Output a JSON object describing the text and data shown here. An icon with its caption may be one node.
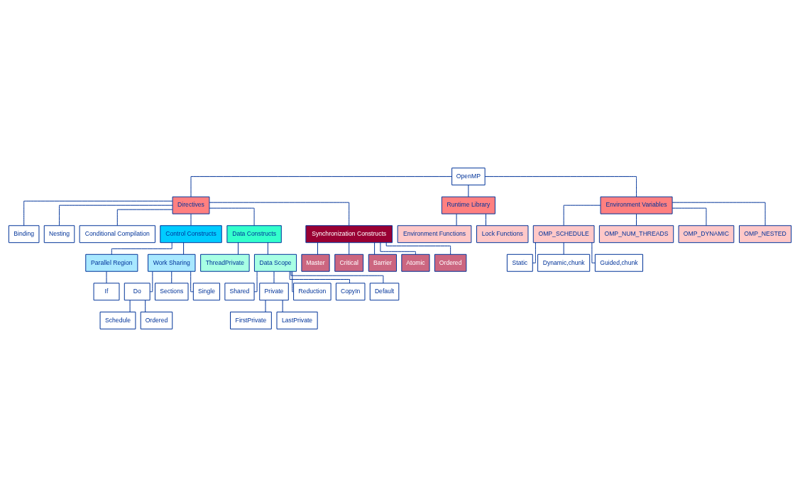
{
  "diagram": {
    "nodes": [
      {
        "text": [
          "OpenMP"
        ]
      },
      {
        "text": [
          "Binding"
        ]
      },
      {
        "text": [
          "Nesting"
        ]
      },
      {
        "text": [
          "Conditional Compilation"
        ]
      },
      {
        "text": [
          "Directives"
        ]
      },
      {
        "text": [
          "Runtime Library"
        ]
      },
      {
        "text": [
          "Environment Functions"
        ]
      },
      {
        "text": [
          "Lock Functions"
        ]
      },
      {
        "text": [
          "Control Constructs"
        ]
      },
      {
        "text": [
          "Data Constructs"
        ]
      },
      {
        "text": [
          "Synchronization Constructs"
        ]
      },
      {
        "text": [
          "Environment Variables"
        ]
      },
      {
        "text": [
          "Parallel Region"
        ]
      },
      {
        "text": [
          "If"
        ]
      },
      {
        "text": [
          "Work Sharing"
        ]
      },
      {
        "text": [
          "Do"
        ]
      },
      {
        "text": [
          "Schedule"
        ]
      },
      {
        "text": [
          "Ordered"
        ]
      },
      {
        "text": [
          "Sections"
        ]
      },
      {
        "text": [
          "Single"
        ]
      },
      {
        "text": [
          "ThreadPrivate"
        ]
      },
      {
        "text": [
          "Data Scope"
        ]
      },
      {
        "text": [
          "Shared"
        ]
      },
      {
        "text": [
          "Private"
        ]
      },
      {
        "text": [
          "FirstPrivate"
        ]
      },
      {
        "text": [
          "LastPrivate"
        ]
      },
      {
        "text": [
          "Reduction"
        ]
      },
      {
        "text": [
          "CopyIn"
        ]
      },
      {
        "text": [
          "Default"
        ]
      },
      {
        "text": [
          "Master"
        ]
      },
      {
        "text": [
          "Critical"
        ]
      },
      {
        "text": [
          "Barrier"
        ]
      },
      {
        "text": [
          "Atomic"
        ]
      },
      {
        "text": [
          "Ordered"
        ]
      },
      {
        "text": [
          "OMP_SCHEDULE"
        ]
      },
      {
        "text": [
          "Static"
        ]
      },
      {
        "text": [
          "Dynamic,chunk"
        ]
      },
      {
        "text": [
          "Guided,chunk"
        ]
      },
      {
        "text": [
          "OMP_NUM_THREADS"
        ]
      },
      {
        "text": [
          "OMP_DYNAMIC"
        ]
      },
      {
        "text": [
          "OMP_NESTED"
        ]
      }
    ],
    "edges": [
      {
        "from": 0,
        "to": 4,
        "arrow": "none"
      },
      {
        "from": 0,
        "to": 5,
        "arrow": "none"
      },
      {
        "from": 0,
        "to": 11,
        "arrow": "none"
      },
      {
        "from": 4,
        "to": 1,
        "arrow": "none"
      },
      {
        "from": 4,
        "to": 2,
        "arrow": "none"
      },
      {
        "from": 4,
        "to": 3,
        "arrow": "none"
      },
      {
        "from": 4,
        "to": 8,
        "arrow": "none"
      },
      {
        "from": 4,
        "to": 9,
        "arrow": "none"
      },
      {
        "from": 4,
        "to": 10,
        "arrow": "none"
      },
      {
        "from": 5,
        "to": 6,
        "arrow": "none"
      },
      {
        "from": 5,
        "to": 7,
        "arrow": "none"
      },
      {
        "from": 8,
        "to": 12,
        "arrow": "none"
      },
      {
        "from": 8,
        "to": 14,
        "arrow": "none"
      },
      {
        "from": 12,
        "to": 13,
        "arrow": "none"
      },
      {
        "from": 14,
        "to": 15,
        "arrow": "none"
      },
      {
        "from": 14,
        "to": 18,
        "arrow": "none"
      },
      {
        "from": 14,
        "to": 19,
        "arrow": "none"
      },
      {
        "from": 15,
        "to": 16,
        "arrow": "none"
      },
      {
        "from": 15,
        "to": 17,
        "arrow": "none"
      },
      {
        "from": 9,
        "to": 20,
        "arrow": "none"
      },
      {
        "from": 9,
        "to": 21,
        "arrow": "none"
      },
      {
        "from": 21,
        "to": 22,
        "arrow": "none"
      },
      {
        "from": 21,
        "to": 23,
        "arrow": "none"
      },
      {
        "from": 21,
        "to": 26,
        "arrow": "none"
      },
      {
        "from": 21,
        "to": 27,
        "arrow": "none"
      },
      {
        "from": 21,
        "to": 28,
        "arrow": "none"
      },
      {
        "from": 23,
        "to": 24,
        "arrow": "none"
      },
      {
        "from": 23,
        "to": 25,
        "arrow": "none"
      },
      {
        "from": 10,
        "to": 29,
        "arrow": "none"
      },
      {
        "from": 10,
        "to": 30,
        "arrow": "none"
      },
      {
        "from": 10,
        "to": 31,
        "arrow": "none"
      },
      {
        "from": 10,
        "to": 32,
        "arrow": "none"
      },
      {
        "from": 10,
        "to": 33,
        "arrow": "none"
      },
      {
        "from": 11,
        "to": 34,
        "arrow": "none"
      },
      {
        "from": 11,
        "to": 38,
        "arrow": "none"
      },
      {
        "from": 11,
        "to": 39,
        "arrow": "none"
      },
      {
        "from": 11,
        "to": 40,
        "arrow": "none"
      },
      {
        "from": 34,
        "to": 35,
        "arrow": "none"
      },
      {
        "from": 34,
        "to": 36,
        "arrow": "none"
      },
      {
        "from": 34,
        "to": 37,
        "arrow": "none"
      }
    ]
  }
}
